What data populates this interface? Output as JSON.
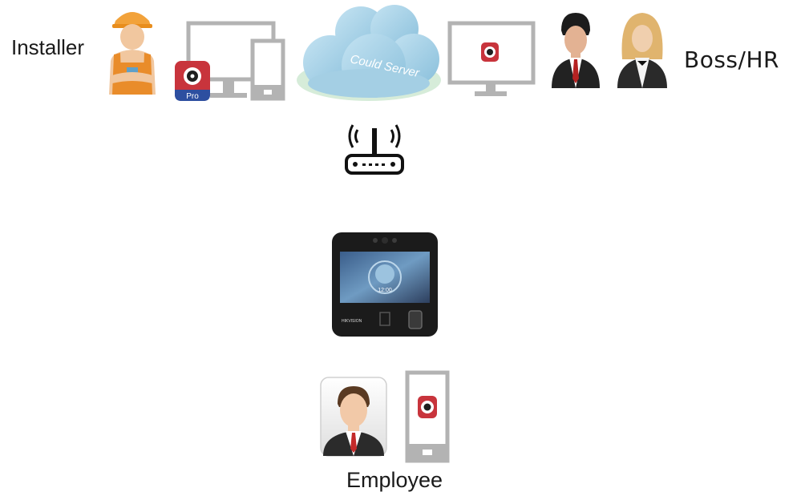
{
  "labels": {
    "installer": "Installer",
    "boss_hr": "Boss/HR",
    "employee": "Employee"
  },
  "cloud": {
    "text": "Could Server"
  },
  "app_badge": {
    "text": "Pro"
  },
  "terminal": {
    "time": "12:00",
    "brand": "HIKVISION"
  },
  "colors": {
    "device_outline": "#b3b3b3",
    "app_red": "#c8343c",
    "app_blue": "#2d4fa0",
    "cloud_blue": "#a9d3e8",
    "router": "#111111"
  },
  "icons": [
    "installer-worker-icon",
    "monitor-icon",
    "phone-icon",
    "app-pro-icon",
    "cloud-server-icon",
    "router-icon",
    "monitor-icon",
    "boss-man-icon",
    "hr-woman-icon",
    "access-terminal-icon",
    "employee-avatar-icon",
    "phone-icon"
  ]
}
